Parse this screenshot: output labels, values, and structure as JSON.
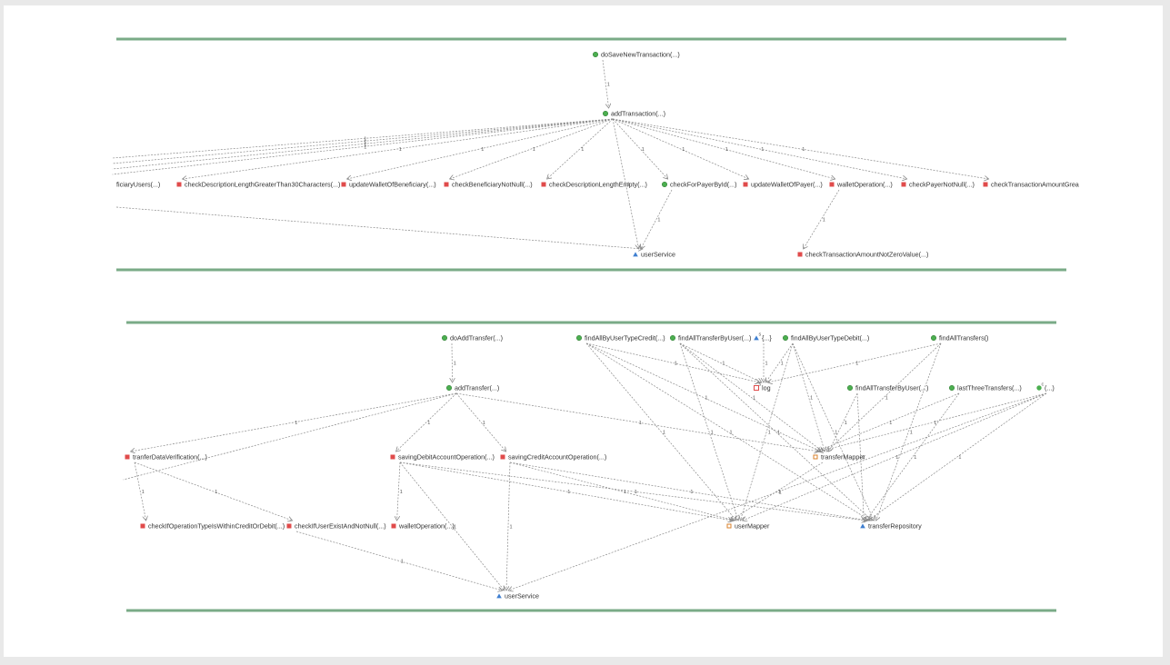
{
  "colors": {
    "band": "#7aab87",
    "edge": "#8a8a8a",
    "public": "#4caf50",
    "private": "#e04b4b",
    "field": "#d9822b",
    "interface": "#3f7fd0",
    "text": "#333333"
  },
  "diagrams": [
    {
      "id": "add-transaction-graph",
      "nodes": [
        {
          "id": "doSaveNewTransaction",
          "label": "doSaveNewTransaction(...)",
          "kind": "public"
        },
        {
          "id": "addTransaction",
          "label": "addTransaction(...)",
          "kind": "public"
        },
        {
          "id": "ficiaryUsers",
          "label": "ficiaryUsers(...)",
          "kind": "none"
        },
        {
          "id": "checkDescriptionLengthGreaterThan30Characters",
          "label": "checkDescriptionLengthGreaterThan30Characters(...)",
          "kind": "private"
        },
        {
          "id": "updateWalletOfBeneficiary",
          "label": "updateWalletOfBeneficiary(...)",
          "kind": "private"
        },
        {
          "id": "checkBeneficiaryNotNull",
          "label": "checkBeneficiaryNotNull(...)",
          "kind": "private"
        },
        {
          "id": "checkDescriptionLengthEmpty",
          "label": "checkDescriptionLengthEmpty(...)",
          "kind": "private"
        },
        {
          "id": "checkForPayerById",
          "label": "checkForPayerById(...)",
          "kind": "public"
        },
        {
          "id": "updateWalletOfPayer",
          "label": "updateWalletOfPayer(...)",
          "kind": "private"
        },
        {
          "id": "walletOperation",
          "label": "walletOperation(...)",
          "kind": "private"
        },
        {
          "id": "checkPayerNotNull",
          "label": "checkPayerNotNull(...)",
          "kind": "private"
        },
        {
          "id": "checkTransactionAmountGrea",
          "label": "checkTransactionAmountGrea",
          "kind": "private"
        },
        {
          "id": "userService",
          "label": "userService",
          "kind": "interface"
        },
        {
          "id": "checkTransactionAmountNotZeroValue",
          "label": "checkTransactionAmountNotZeroValue(...)",
          "kind": "private"
        }
      ],
      "edges": [
        {
          "from": "doSaveNewTransaction",
          "to": "addTransaction",
          "label": "1"
        },
        {
          "from": "addTransaction",
          "to": "checkDescriptionLengthGreaterThan30Characters",
          "label": "1"
        },
        {
          "from": "addTransaction",
          "to": "updateWalletOfBeneficiary",
          "label": "1"
        },
        {
          "from": "addTransaction",
          "to": "checkBeneficiaryNotNull",
          "label": "1"
        },
        {
          "from": "addTransaction",
          "to": "checkDescriptionLengthEmpty",
          "label": "1"
        },
        {
          "from": "addTransaction",
          "to": "checkForPayerById",
          "label": "1"
        },
        {
          "from": "addTransaction",
          "to": "updateWalletOfPayer",
          "label": "1"
        },
        {
          "from": "addTransaction",
          "to": "walletOperation",
          "label": "1"
        },
        {
          "from": "addTransaction",
          "to": "checkPayerNotNull",
          "label": "1"
        },
        {
          "from": "addTransaction",
          "to": "checkTransactionAmountGrea",
          "label": "1"
        },
        {
          "from": "addTransaction",
          "to": "userService",
          "label": "1"
        },
        {
          "from": "checkForPayerById",
          "to": "userService",
          "label": "1"
        },
        {
          "from": "walletOperation",
          "to": "checkTransactionAmountNotZeroValue",
          "label": "1"
        },
        {
          "from": "addTransaction",
          "to": "left-offscreen-1",
          "label": "1"
        },
        {
          "from": "addTransaction",
          "to": "left-offscreen-2",
          "label": "1"
        },
        {
          "from": "addTransaction",
          "to": "left-offscreen-3",
          "label": "1"
        },
        {
          "from": "addTransaction",
          "to": "left-offscreen-4",
          "label": "1"
        },
        {
          "from": "left-offscreen-5",
          "to": "userService",
          "label": ""
        }
      ]
    },
    {
      "id": "add-transfer-graph",
      "nodes": [
        {
          "id": "doAddTransfer",
          "label": "doAddTransfer(...)",
          "kind": "public"
        },
        {
          "id": "addTransfer",
          "label": "addTransfer(...)",
          "kind": "public"
        },
        {
          "id": "tranferDataVerification",
          "label": "tranferDataVerification(...)",
          "kind": "private"
        },
        {
          "id": "savingDebitAccountOperation",
          "label": "savingDebitAccountOperation(...)",
          "kind": "private"
        },
        {
          "id": "savingCreditAccountOperation",
          "label": "savingCreditAccountOperation(...)",
          "kind": "private"
        },
        {
          "id": "checkIfOperationTypeIsWithinCreditOrDebit",
          "label": "checkIfOperationTypeIsWithinCreditOrDebit(...)",
          "kind": "private"
        },
        {
          "id": "checkIfUserExistAndNotNull",
          "label": "checkIfUserExistAndNotNull(...)",
          "kind": "private"
        },
        {
          "id": "walletOperation2",
          "label": "walletOperation(...)",
          "kind": "private"
        },
        {
          "id": "userService2",
          "label": "userService",
          "kind": "interface"
        },
        {
          "id": "findAllByUserTypeCredit",
          "label": "findAllByUserTypeCredit(...)",
          "kind": "public"
        },
        {
          "id": "findAllTransferByUser1",
          "label": "findAllTransferByUser(...)",
          "kind": "public"
        },
        {
          "id": "lambda1",
          "label": "{...}",
          "kind": "static-interface"
        },
        {
          "id": "findAllByUserTypeDebit",
          "label": "findAllByUserTypeDebit(...)",
          "kind": "public"
        },
        {
          "id": "findAllTransfers",
          "label": "findAllTransfers()",
          "kind": "public"
        },
        {
          "id": "log",
          "label": "log",
          "kind": "static-field"
        },
        {
          "id": "findAllTransferByUser2",
          "label": "findAllTransferByUser(...)",
          "kind": "public"
        },
        {
          "id": "lastThreeTransfers",
          "label": "lastThreeTransfers(...)",
          "kind": "public"
        },
        {
          "id": "ctor",
          "label": "(...)",
          "kind": "constructor"
        },
        {
          "id": "transferMapper",
          "label": "transferMapper",
          "kind": "field"
        },
        {
          "id": "userMapper",
          "label": "userMapper",
          "kind": "field"
        },
        {
          "id": "transferRepository",
          "label": "transferRepository",
          "kind": "interface"
        }
      ],
      "edges": [
        {
          "from": "doAddTransfer",
          "to": "addTransfer",
          "label": "1"
        },
        {
          "from": "addTransfer",
          "to": "tranferDataVerification",
          "label": "1"
        },
        {
          "from": "addTransfer",
          "to": "savingDebitAccountOperation",
          "label": "1"
        },
        {
          "from": "addTransfer",
          "to": "savingCreditAccountOperation",
          "label": "1"
        },
        {
          "from": "addTransfer",
          "to": "transferMapper",
          "label": "1"
        },
        {
          "from": "tranferDataVerification",
          "to": "checkIfOperationTypeIsWithinCreditOrDebit",
          "label": "1"
        },
        {
          "from": "tranferDataVerification",
          "to": "checkIfUserExistAndNotNull",
          "label": "1"
        },
        {
          "from": "checkIfUserExistAndNotNull",
          "to": "userService2",
          "label": "1"
        },
        {
          "from": "savingDebitAccountOperation",
          "to": "walletOperation2",
          "label": "1"
        },
        {
          "from": "savingDebitAccountOperation",
          "to": "userService2",
          "label": "1"
        },
        {
          "from": "savingDebitAccountOperation",
          "to": "userMapper",
          "label": "1"
        },
        {
          "from": "savingDebitAccountOperation",
          "to": "transferRepository",
          "label": "1"
        },
        {
          "from": "savingCreditAccountOperation",
          "to": "userService2",
          "label": "1"
        },
        {
          "from": "savingCreditAccountOperation",
          "to": "userMapper",
          "label": "1"
        },
        {
          "from": "savingCreditAccountOperation",
          "to": "transferRepository",
          "label": "1"
        },
        {
          "from": "findAllByUserTypeCredit",
          "to": "log",
          "label": "1"
        },
        {
          "from": "findAllByUserTypeCredit",
          "to": "transferMapper",
          "label": "1"
        },
        {
          "from": "findAllByUserTypeCredit",
          "to": "userMapper",
          "label": "1"
        },
        {
          "from": "findAllByUserTypeCredit",
          "to": "transferRepository",
          "label": "1"
        },
        {
          "from": "findAllTransferByUser1",
          "to": "log",
          "label": "1"
        },
        {
          "from": "findAllTransferByUser1",
          "to": "transferMapper",
          "label": "1"
        },
        {
          "from": "findAllTransferByUser1",
          "to": "userMapper",
          "label": "1"
        },
        {
          "from": "findAllTransferByUser1",
          "to": "transferRepository",
          "label": "1"
        },
        {
          "from": "lambda1",
          "to": "log",
          "label": "1"
        },
        {
          "from": "findAllByUserTypeDebit",
          "to": "log",
          "label": "1"
        },
        {
          "from": "findAllByUserTypeDebit",
          "to": "transferMapper",
          "label": "1"
        },
        {
          "from": "findAllByUserTypeDebit",
          "to": "userMapper",
          "label": "1"
        },
        {
          "from": "findAllByUserTypeDebit",
          "to": "transferRepository",
          "label": "1"
        },
        {
          "from": "findAllTransfers",
          "to": "log",
          "label": "1"
        },
        {
          "from": "findAllTransfers",
          "to": "transferMapper",
          "label": "1"
        },
        {
          "from": "findAllTransfers",
          "to": "transferRepository",
          "label": "1"
        },
        {
          "from": "findAllTransferByUser2",
          "to": "transferMapper",
          "label": "1"
        },
        {
          "from": "findAllTransferByUser2",
          "to": "transferRepository",
          "label": "1"
        },
        {
          "from": "lastThreeTransfers",
          "to": "transferMapper",
          "label": "1"
        },
        {
          "from": "lastThreeTransfers",
          "to": "transferRepository",
          "label": "1"
        },
        {
          "from": "ctor",
          "to": "transferMapper",
          "label": "1"
        },
        {
          "from": "ctor",
          "to": "userMapper",
          "label": "1"
        },
        {
          "from": "ctor",
          "to": "transferRepository",
          "label": "1"
        },
        {
          "from": "ctor",
          "to": "userService2",
          "label": "1"
        },
        {
          "from": "transferMapper",
          "to": "userMapper",
          "label": "1"
        },
        {
          "from": "addTransfer",
          "to": "left-offscreen-6",
          "label": ""
        }
      ]
    }
  ]
}
